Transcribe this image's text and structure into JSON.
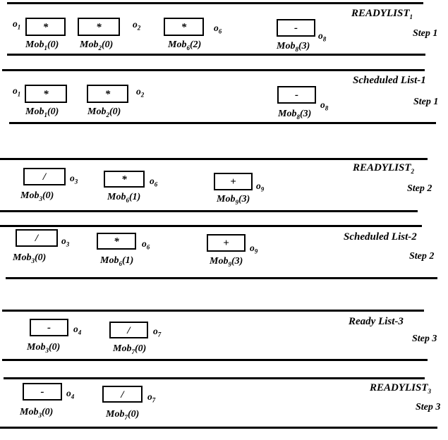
{
  "palette": {
    "background": "#ffffff",
    "ink": "#000000"
  },
  "sections": [
    {
      "title": {
        "main": "READYLIST",
        "sub": "1"
      },
      "step": "Step 1",
      "items": [
        {
          "op": {
            "name": "o",
            "sub": "1"
          },
          "symbol": "*",
          "mob": {
            "name": "Mob",
            "sub": "1",
            "arg": "(0)"
          }
        },
        {
          "op": {
            "name": "o",
            "sub": "2"
          },
          "symbol": "*",
          "mob": {
            "name": "Mob",
            "sub": "2",
            "arg": "(0)"
          }
        },
        {
          "op": {
            "name": "o",
            "sub": "6"
          },
          "symbol": "*",
          "mob": {
            "name": "Mob",
            "sub": "6",
            "arg": "(2)"
          }
        },
        {
          "op": {
            "name": "o",
            "sub": "8"
          },
          "symbol": "-",
          "mob": {
            "name": "Mob",
            "sub": "8",
            "arg": "(3)"
          }
        }
      ]
    },
    {
      "title": {
        "main": "Scheduled List-1",
        "sub": ""
      },
      "step": "Step 1",
      "items": [
        {
          "op": {
            "name": "o",
            "sub": "1"
          },
          "symbol": "*",
          "mob": {
            "name": "Mob",
            "sub": "1",
            "arg": "(0)"
          }
        },
        {
          "op": {
            "name": "o",
            "sub": "2"
          },
          "symbol": "*",
          "mob": {
            "name": "Mob",
            "sub": "2",
            "arg": "(0)"
          }
        },
        {
          "op": {
            "name": "o",
            "sub": "8"
          },
          "symbol": "-",
          "mob": {
            "name": "Mob",
            "sub": "8",
            "arg": "(3)"
          }
        }
      ]
    },
    {
      "title": {
        "main": "READYLIST",
        "sub": "2"
      },
      "step": "Step 2",
      "items": [
        {
          "op": {
            "name": "o",
            "sub": "3"
          },
          "symbol": "/",
          "mob": {
            "name": "Mob",
            "sub": "3",
            "arg": "(0)"
          }
        },
        {
          "op": {
            "name": "o",
            "sub": "6"
          },
          "symbol": "*",
          "mob": {
            "name": "Mob",
            "sub": "6",
            "arg": "(1)"
          }
        },
        {
          "op": {
            "name": "o",
            "sub": "9"
          },
          "symbol": "+",
          "mob": {
            "name": "Mob",
            "sub": "9",
            "arg": "(3)"
          }
        }
      ]
    },
    {
      "title": {
        "main": "Scheduled List-2",
        "sub": ""
      },
      "step": "Step 2",
      "items": [
        {
          "op": {
            "name": "o",
            "sub": "3"
          },
          "symbol": "/",
          "mob": {
            "name": "Mob",
            "sub": "3",
            "arg": "(0)"
          }
        },
        {
          "op": {
            "name": "o",
            "sub": "6"
          },
          "symbol": "*",
          "mob": {
            "name": "Mob",
            "sub": "6",
            "arg": "(1)"
          }
        },
        {
          "op": {
            "name": "o",
            "sub": "9"
          },
          "symbol": "+",
          "mob": {
            "name": "Mob",
            "sub": "9",
            "arg": "(3)"
          }
        }
      ]
    },
    {
      "title": {
        "main": "Ready List-3",
        "sub": ""
      },
      "step": "Step 3",
      "items": [
        {
          "op": {
            "name": "o",
            "sub": "4"
          },
          "symbol": "-",
          "mob": {
            "name": "Mob",
            "sub": "3",
            "arg": "(0)"
          }
        },
        {
          "op": {
            "name": "o",
            "sub": "7"
          },
          "symbol": "/",
          "mob": {
            "name": "Mob",
            "sub": "7",
            "arg": "(0)"
          }
        }
      ]
    },
    {
      "title": {
        "main": "READYLIST",
        "sub": "3"
      },
      "step": "Step 3",
      "items": [
        {
          "op": {
            "name": "o",
            "sub": "4"
          },
          "symbol": "-",
          "mob": {
            "name": "Mob",
            "sub": "3",
            "arg": "(0)"
          }
        },
        {
          "op": {
            "name": "o",
            "sub": "7"
          },
          "symbol": "/",
          "mob": {
            "name": "Mob",
            "sub": "7",
            "arg": "(0)"
          }
        }
      ]
    }
  ]
}
